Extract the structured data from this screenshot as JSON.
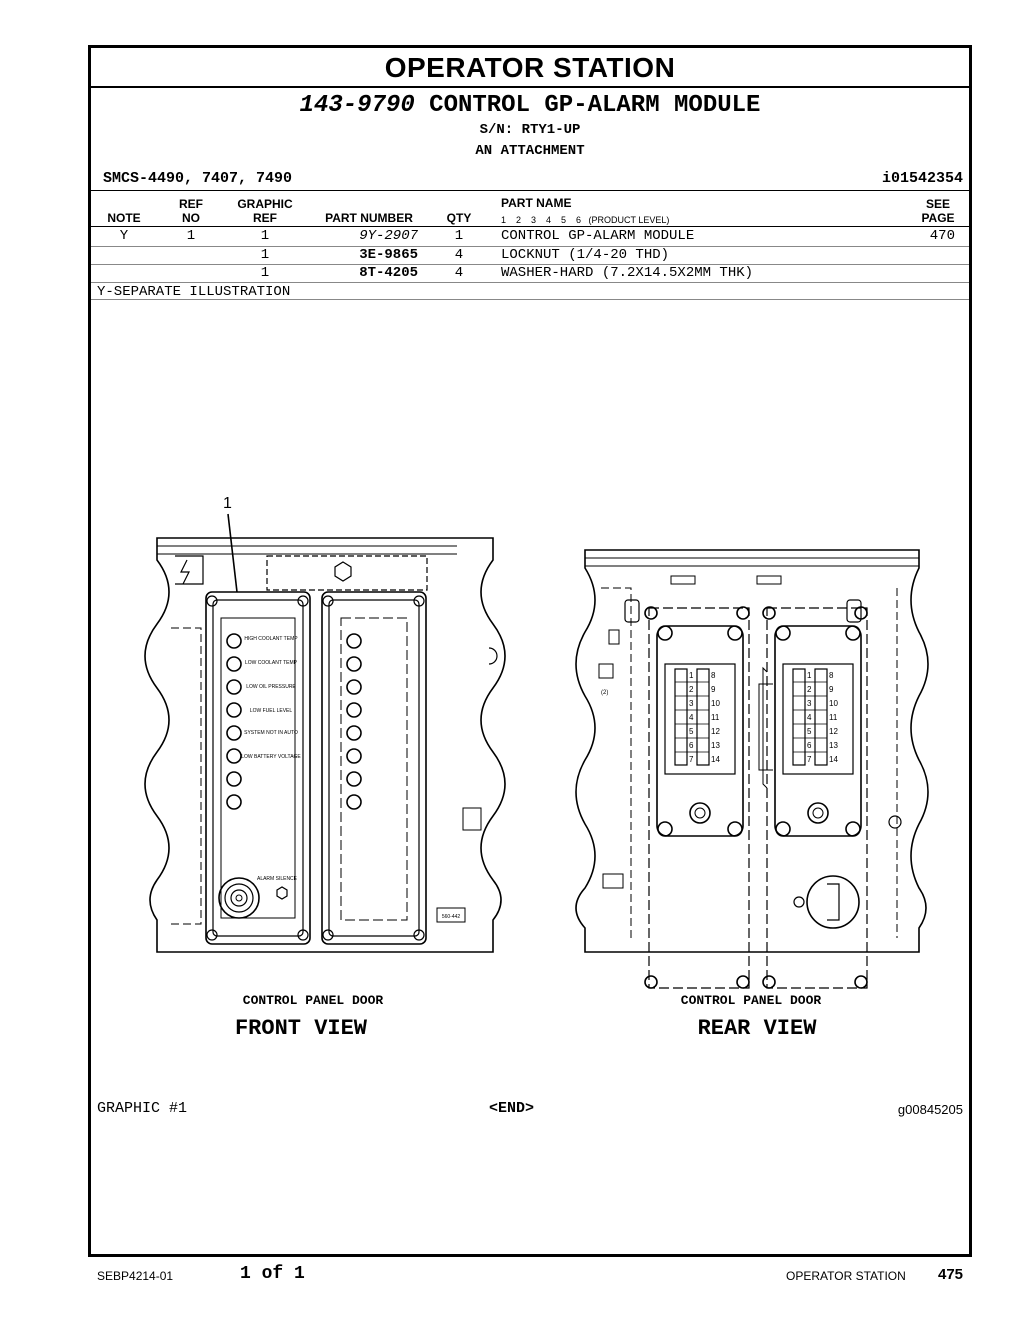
{
  "section_title": "OPERATOR STATION",
  "header": {
    "part_number": "143-9790",
    "part_title": "CONTROL GP-ALARM MODULE",
    "serial": "S/N: RTY1-UP",
    "attachment": "AN ATTACHMENT",
    "smcs": "SMCS-4490, 7407, 7490",
    "info_code": "i01542354"
  },
  "table": {
    "headers": {
      "note": "NOTE",
      "ref_top": "REF",
      "ref_bottom": "NO",
      "graphic_top": "GRAPHIC",
      "graphic_bottom": "REF",
      "part_number": "PART NUMBER",
      "qty": "QTY",
      "part_name": "PART NAME",
      "product_level": "1    2    3    4    5    6   (PRODUCT LEVEL)",
      "see_top": "SEE",
      "see_bottom": "PAGE"
    },
    "rows": [
      {
        "note": "Y",
        "ref": "1",
        "graphic": "1",
        "part": "9Y-2907",
        "qty": "1",
        "name": "CONTROL GP-ALARM MODULE",
        "page": "470"
      },
      {
        "note": "",
        "ref": "",
        "graphic": "1",
        "part": "3E-9865",
        "qty": "4",
        "name": "LOCKNUT (1/4-20 THD)",
        "page": ""
      },
      {
        "note": "",
        "ref": "",
        "graphic": "1",
        "part": "8T-4205",
        "qty": "4",
        "name": "WASHER-HARD (7.2X14.5X2MM THK)",
        "page": ""
      }
    ],
    "footnote": "Y-SEPARATE ILLUSTRATION"
  },
  "illustration": {
    "callout": "1",
    "front_caption_top": "CONTROL PANEL DOOR",
    "front_caption_bottom": "FRONT VIEW",
    "rear_caption_top": "CONTROL PANEL DOOR",
    "rear_caption_bottom": "REAR VIEW",
    "indicator_labels": [
      "HIGH COOLANT TEMP",
      "LOW COOLANT TEMP",
      "LOW OIL PRESSURE",
      "LOW FUEL LEVEL",
      "SYSTEM NOT IN AUTO",
      "LOW BATTERY VOLTAGE"
    ],
    "alarm_label": "ALARM SILENCE",
    "drawing_code": "560-442",
    "terminal_left": [
      "1",
      "2",
      "3",
      "4",
      "5",
      "6",
      "7"
    ],
    "terminal_right": [
      "8",
      "9",
      "10",
      "11",
      "12",
      "13",
      "14"
    ],
    "side_label": "(2)"
  },
  "graphic_label": "GRAPHIC #1",
  "end_marker": "<END>",
  "graphic_code": "g00845205",
  "footer": {
    "doc": "SEBP4214-01",
    "page_of": "1 of 1",
    "section": "OPERATOR STATION",
    "page_number": "475"
  }
}
